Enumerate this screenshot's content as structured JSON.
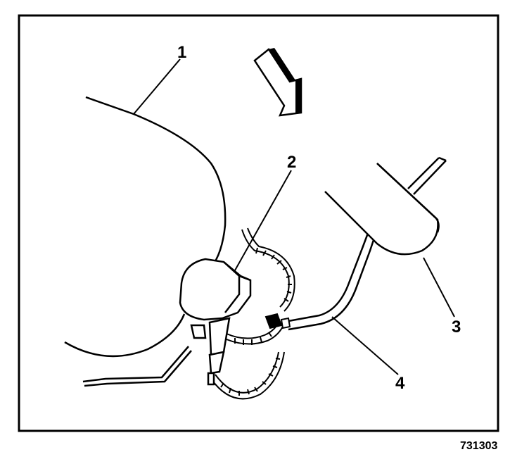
{
  "callouts": [
    {
      "id": "1",
      "label": "1"
    },
    {
      "id": "2",
      "label": "2"
    },
    {
      "id": "3",
      "label": "3"
    },
    {
      "id": "4",
      "label": "4"
    }
  ],
  "figure_number": "731303",
  "colors": {
    "ink": "#000000",
    "paper": "#ffffff"
  }
}
